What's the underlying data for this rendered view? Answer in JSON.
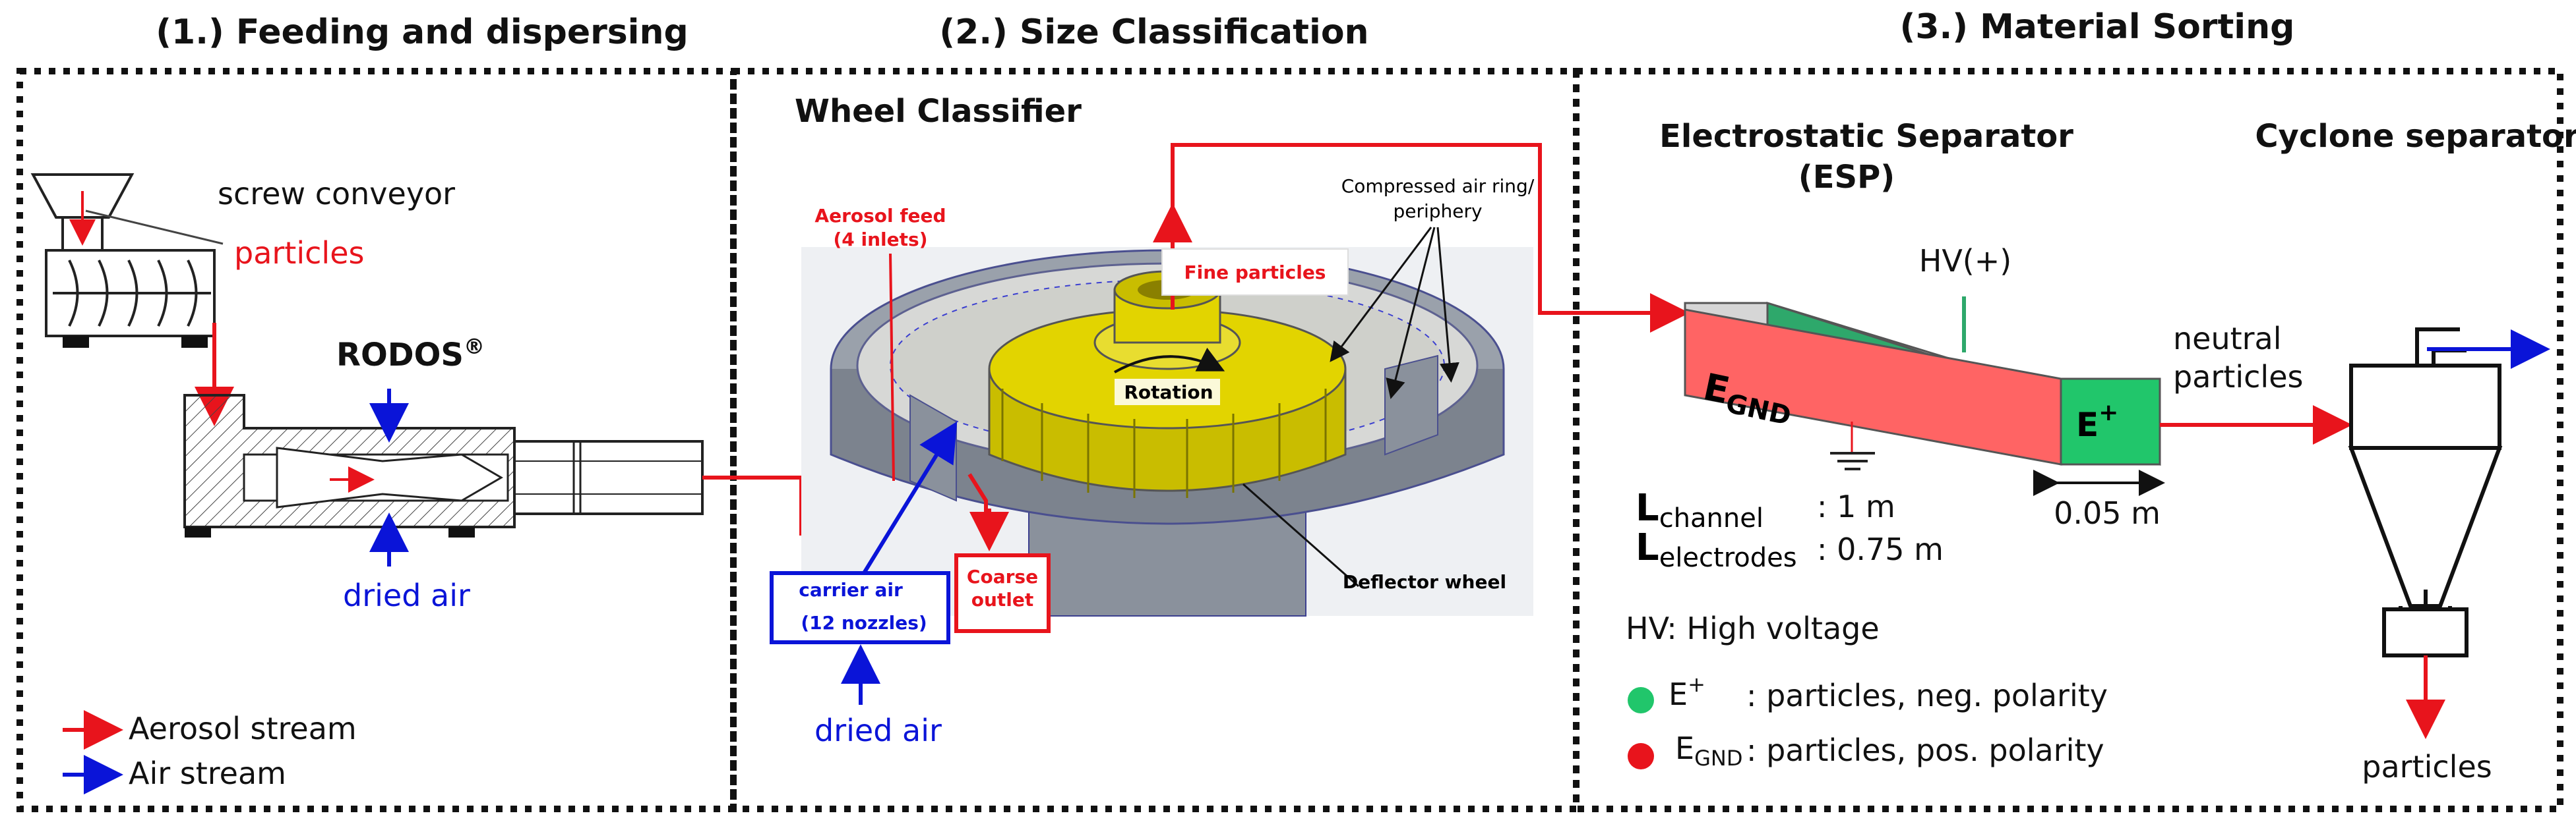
{
  "sections": {
    "feeding": {
      "header": "(1.) Feeding and dispersing",
      "screw_conveyor": "screw conveyor",
      "particles": "particles",
      "rodos": "RODOS",
      "rodos_mark": "®",
      "dried_air": "dried air",
      "legend": {
        "aerosol": "Aerosol stream",
        "air": "Air stream"
      }
    },
    "size": {
      "header": "(2.) Size Classification",
      "subtitle": "Wheel Classifier",
      "aerosol_feed_1": "Aerosol feed",
      "aerosol_feed_2": "(4 inlets)",
      "fine_particles": "Fine particles",
      "compressed_1": "Compressed air ring/",
      "compressed_2": "periphery",
      "rotation": "Rotation",
      "deflector": "Deflector wheel",
      "carrier_1": "carrier air",
      "carrier_2": "(12 nozzles)",
      "coarse_1": "Coarse",
      "coarse_2": "outlet",
      "dried_air": "dried air"
    },
    "sorting": {
      "header": "(3.) Material Sorting",
      "esp_title_1": "Electrostatic Separator",
      "esp_title_2": "(ESP)",
      "cyclone_title": "Cyclone separator",
      "hv_label": "HV(+)",
      "egnd_main": "E",
      "egnd_sub": "GND",
      "eplus_main": "E",
      "eplus_sup": "+",
      "neutral_1": "neutral",
      "neutral_2": "particles",
      "gap": "0.05 m",
      "l_channel_letter": "L",
      "l_channel_sub": "channel",
      "l_channel_val": ": 1 m",
      "l_electrodes_letter": "L",
      "l_electrodes_sub": "electrodes",
      "l_electrodes_val": ": 0.75 m",
      "hv_def": "HV: High voltage",
      "legend_eplus_label": "E",
      "legend_eplus_sup": "+",
      "legend_eplus_desc": ": particles, neg. polarity",
      "legend_egnd_label": "E",
      "legend_egnd_sub": "GND",
      "legend_egnd_desc": ": particles, pos. polarity",
      "particles_out": "particles"
    }
  },
  "colors": {
    "aerosol": "#e8141c",
    "air": "#0a14d8",
    "electrode_gnd": "#ff6464",
    "electrode_plus": "#21c66b",
    "classifier_yellow": "#e2d400",
    "classifier_gray": "#8a919c"
  }
}
